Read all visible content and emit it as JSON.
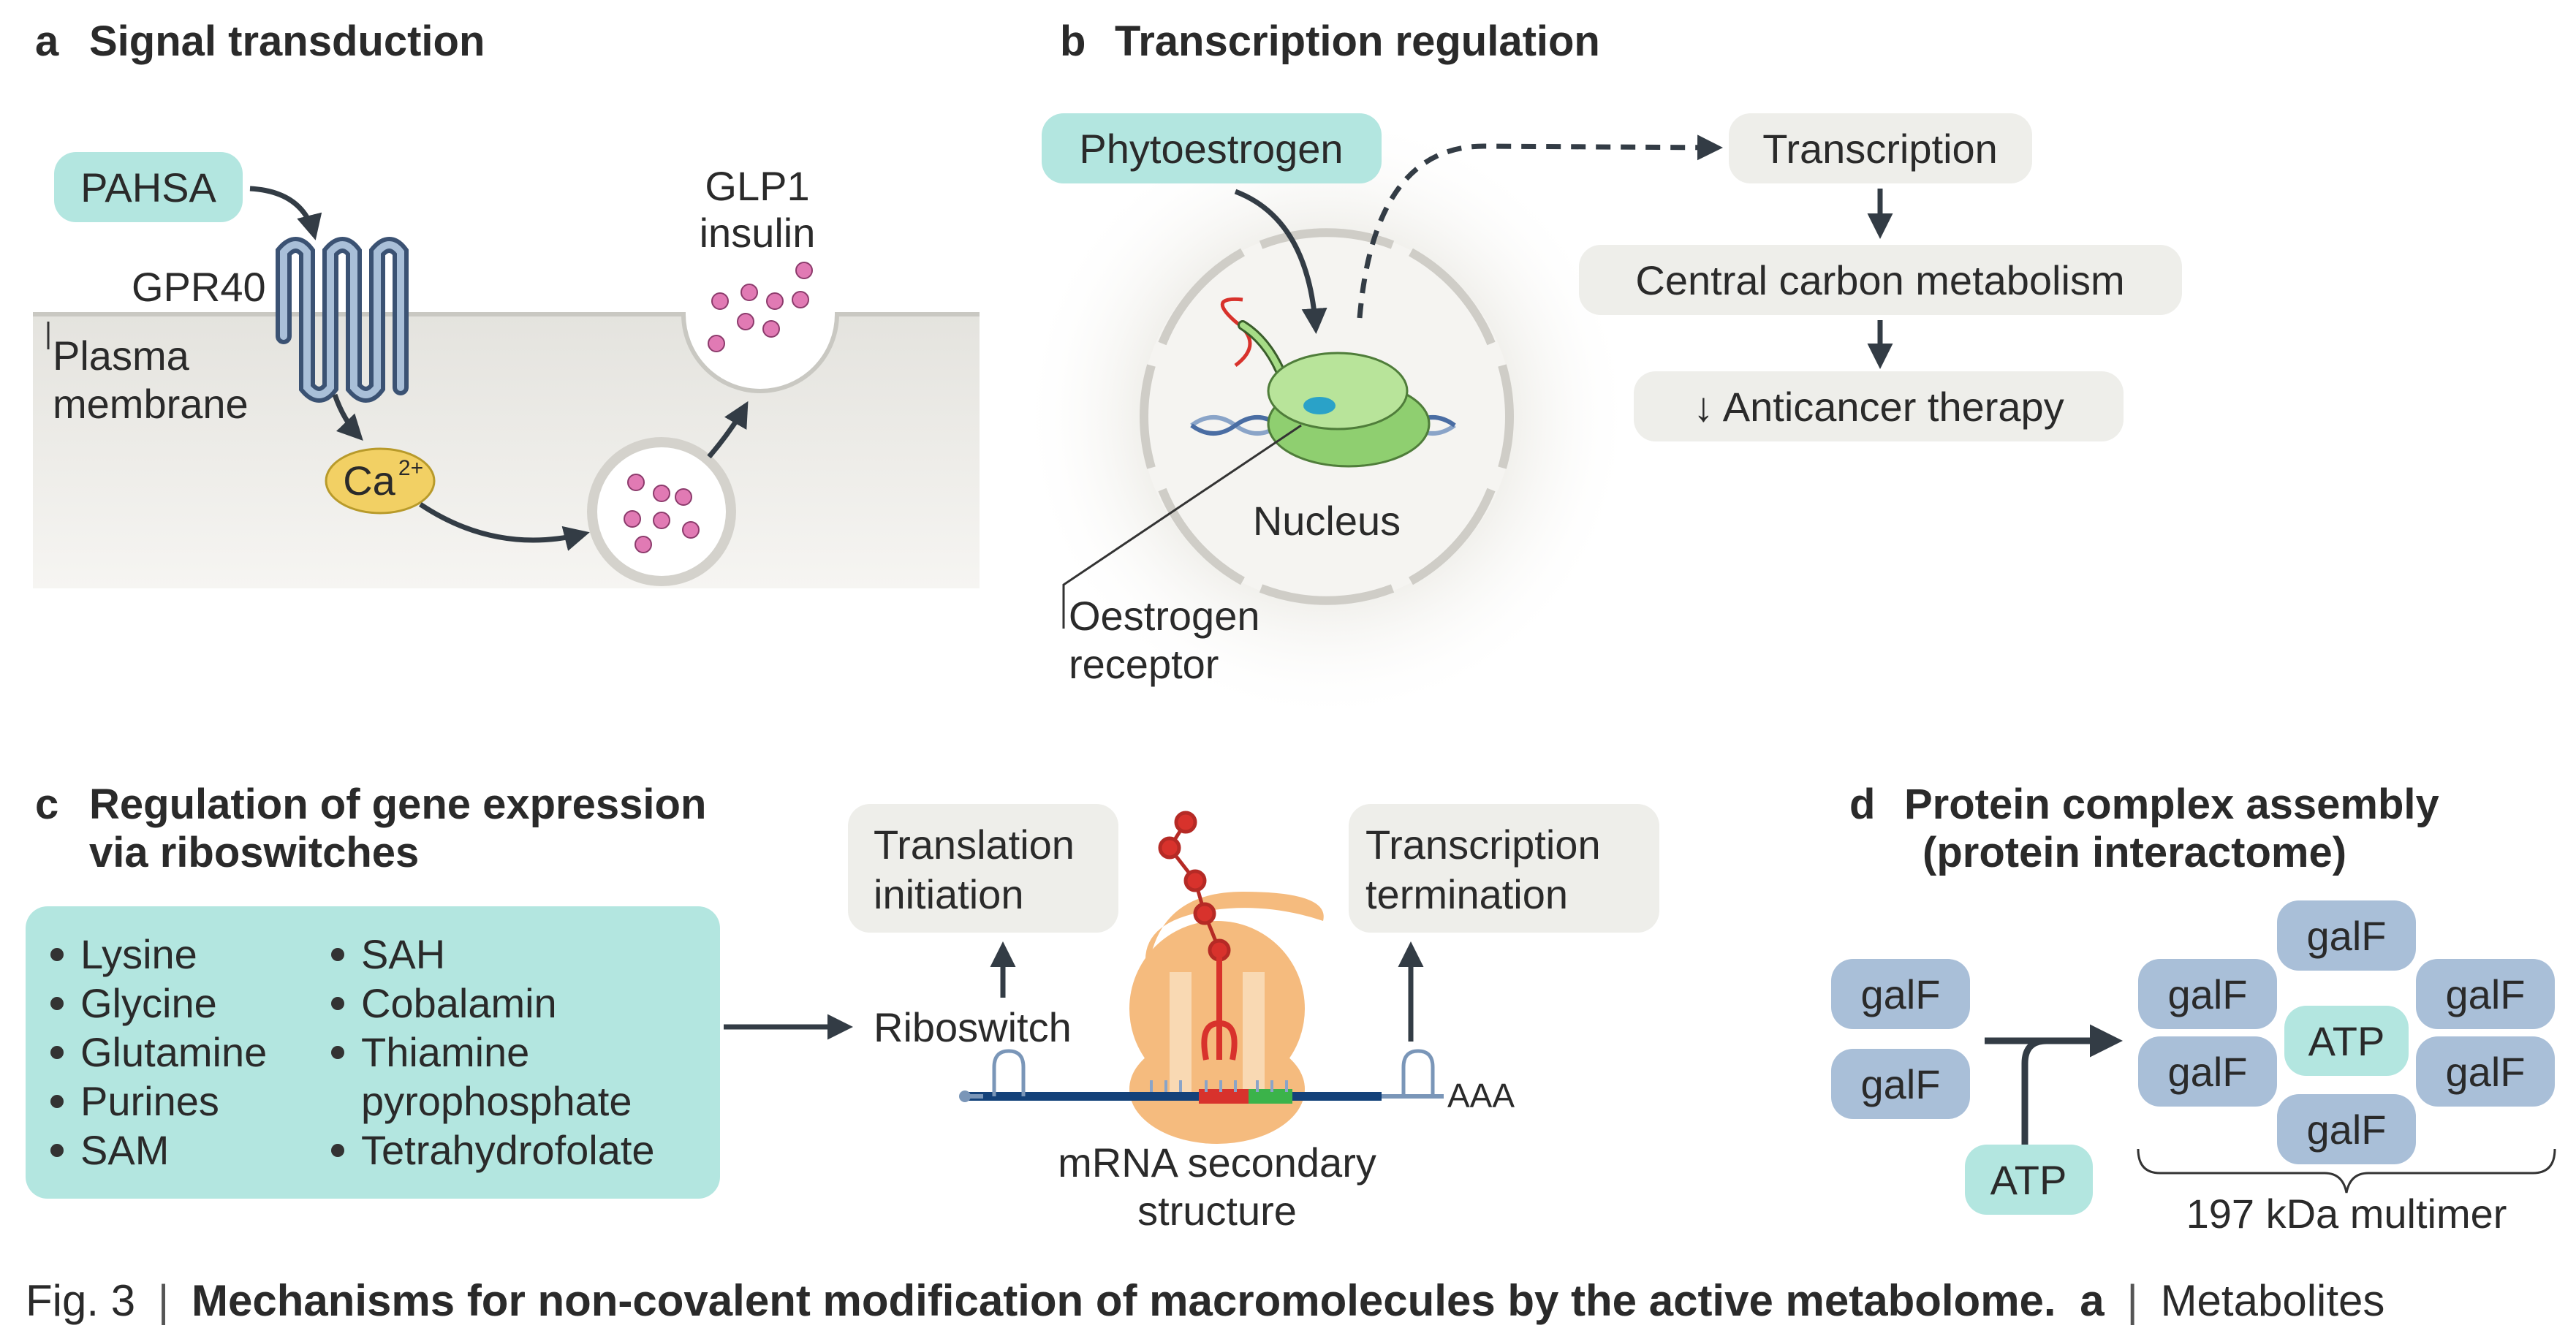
{
  "colors": {
    "teal": "#b3e6e0",
    "grey_box": "#eeeeea",
    "blue_box": "#a9bfd8",
    "membrane": "#ebeae5",
    "arrow": "#333c45",
    "receptor_green": "#a6dc86",
    "ca_yellow": "#f2d064",
    "vesicle_dot": "#e17ab4",
    "ribosome": "#f5bb7e",
    "red": "#d8322c",
    "mrna_blue": "#14427a"
  },
  "panel_a": {
    "letter": "a",
    "title": "Signal transduction",
    "pahsa": "PAHSA",
    "gpr40": "GPR40",
    "plasma": "Plasma",
    "membrane": "membrane",
    "ca": "Ca",
    "ca_sup": "2+",
    "glp1": "GLP1",
    "insulin": "insulin"
  },
  "panel_b": {
    "letter": "b",
    "title": "Transcription regulation",
    "phyto": "Phytoestrogen",
    "transcription": "Transcription",
    "central": "Central carbon metabolism",
    "anticancer": "↓ Anticancer therapy",
    "nucleus": "Nucleus",
    "oestrogen": "Oestrogen",
    "receptor": "receptor"
  },
  "panel_c": {
    "letter": "c",
    "title1": "Regulation of gene expression",
    "title2": "via riboswitches",
    "col1": [
      "Lysine",
      "Glycine",
      "Glutamine",
      "Purines",
      "SAM"
    ],
    "col2": [
      "SAH",
      "Cobalamin",
      "Thiamine",
      "pyrophosphate",
      "Tetrahydrofolate"
    ],
    "riboswitch": "Riboswitch",
    "translation1": "Translation",
    "translation2": "initiation",
    "termination1": "Transcription",
    "termination2": "termination",
    "aaa": "AAA",
    "mrna1": "mRNA secondary",
    "mrna2": "structure"
  },
  "panel_d": {
    "letter": "d",
    "title1": "Protein complex assembly",
    "title2": "(protein interactome)",
    "galf": "galF",
    "atp": "ATP",
    "multimer": "197 kDa multimer"
  },
  "caption": {
    "fig": "Fig. 3",
    "bold": "Mechanisms for non-covalent modification of macromolecules by the active metabolome.",
    "a": "a",
    "rest": "Metabolites"
  }
}
